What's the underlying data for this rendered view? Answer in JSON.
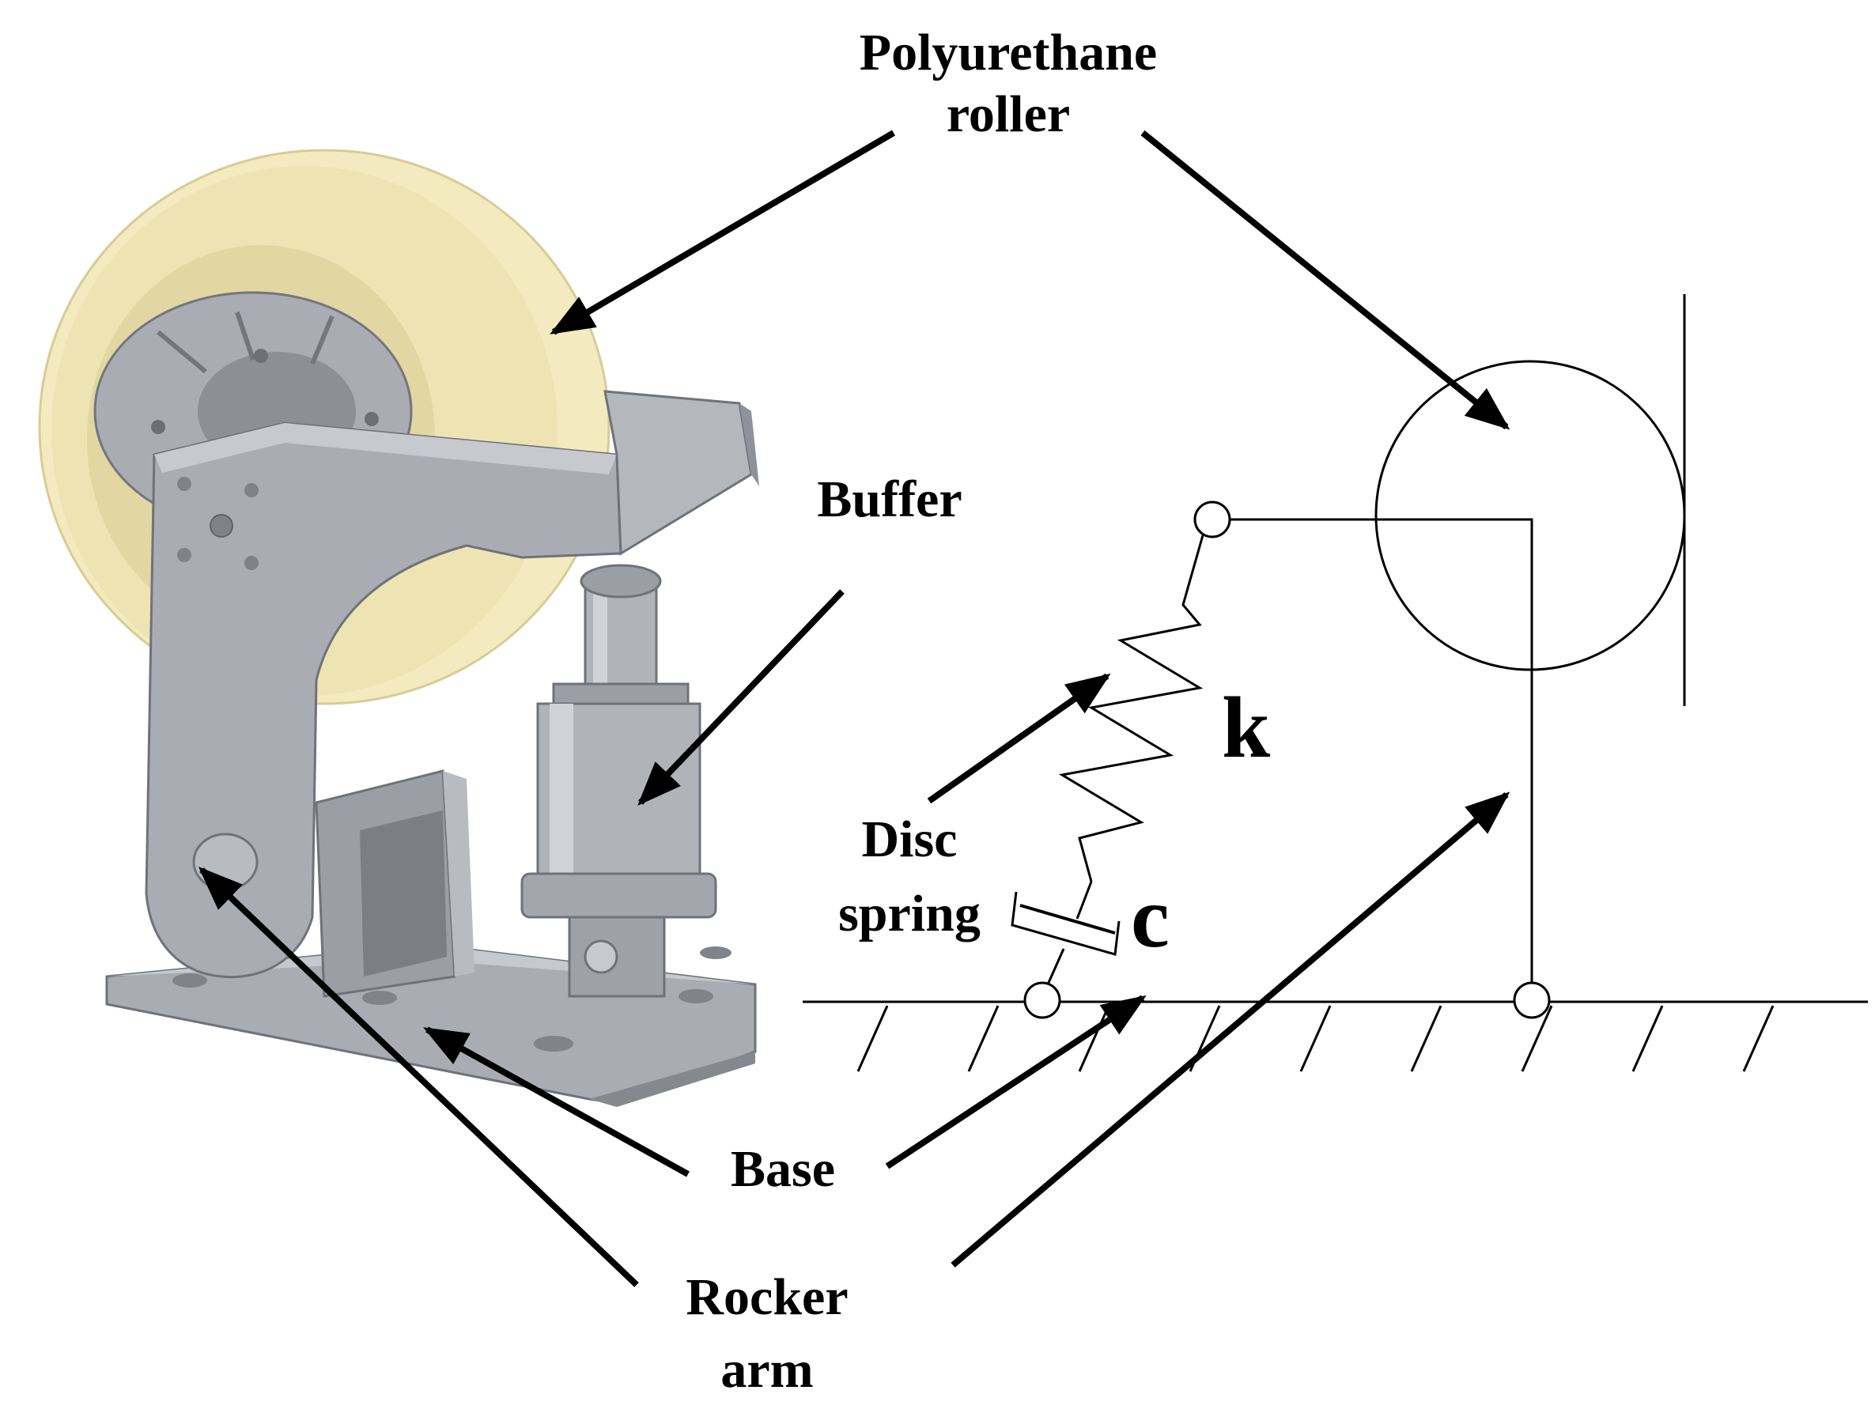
{
  "labels": {
    "roller_line1": "Polyurethane",
    "roller_line2": "roller",
    "buffer": "Buffer",
    "disc_line1": "Disc",
    "disc_line2": "spring",
    "base": "Base",
    "rocker_line1": "Rocker",
    "rocker_line2": "arm",
    "k": "k",
    "c": "c"
  },
  "colors": {
    "roller": "#f3eac0",
    "roller_shade": "#e2d6a2",
    "metal": "#a9acb2",
    "metal_dark": "#85888f",
    "metal_light": "#c6c9ce",
    "ink": "#000000"
  }
}
